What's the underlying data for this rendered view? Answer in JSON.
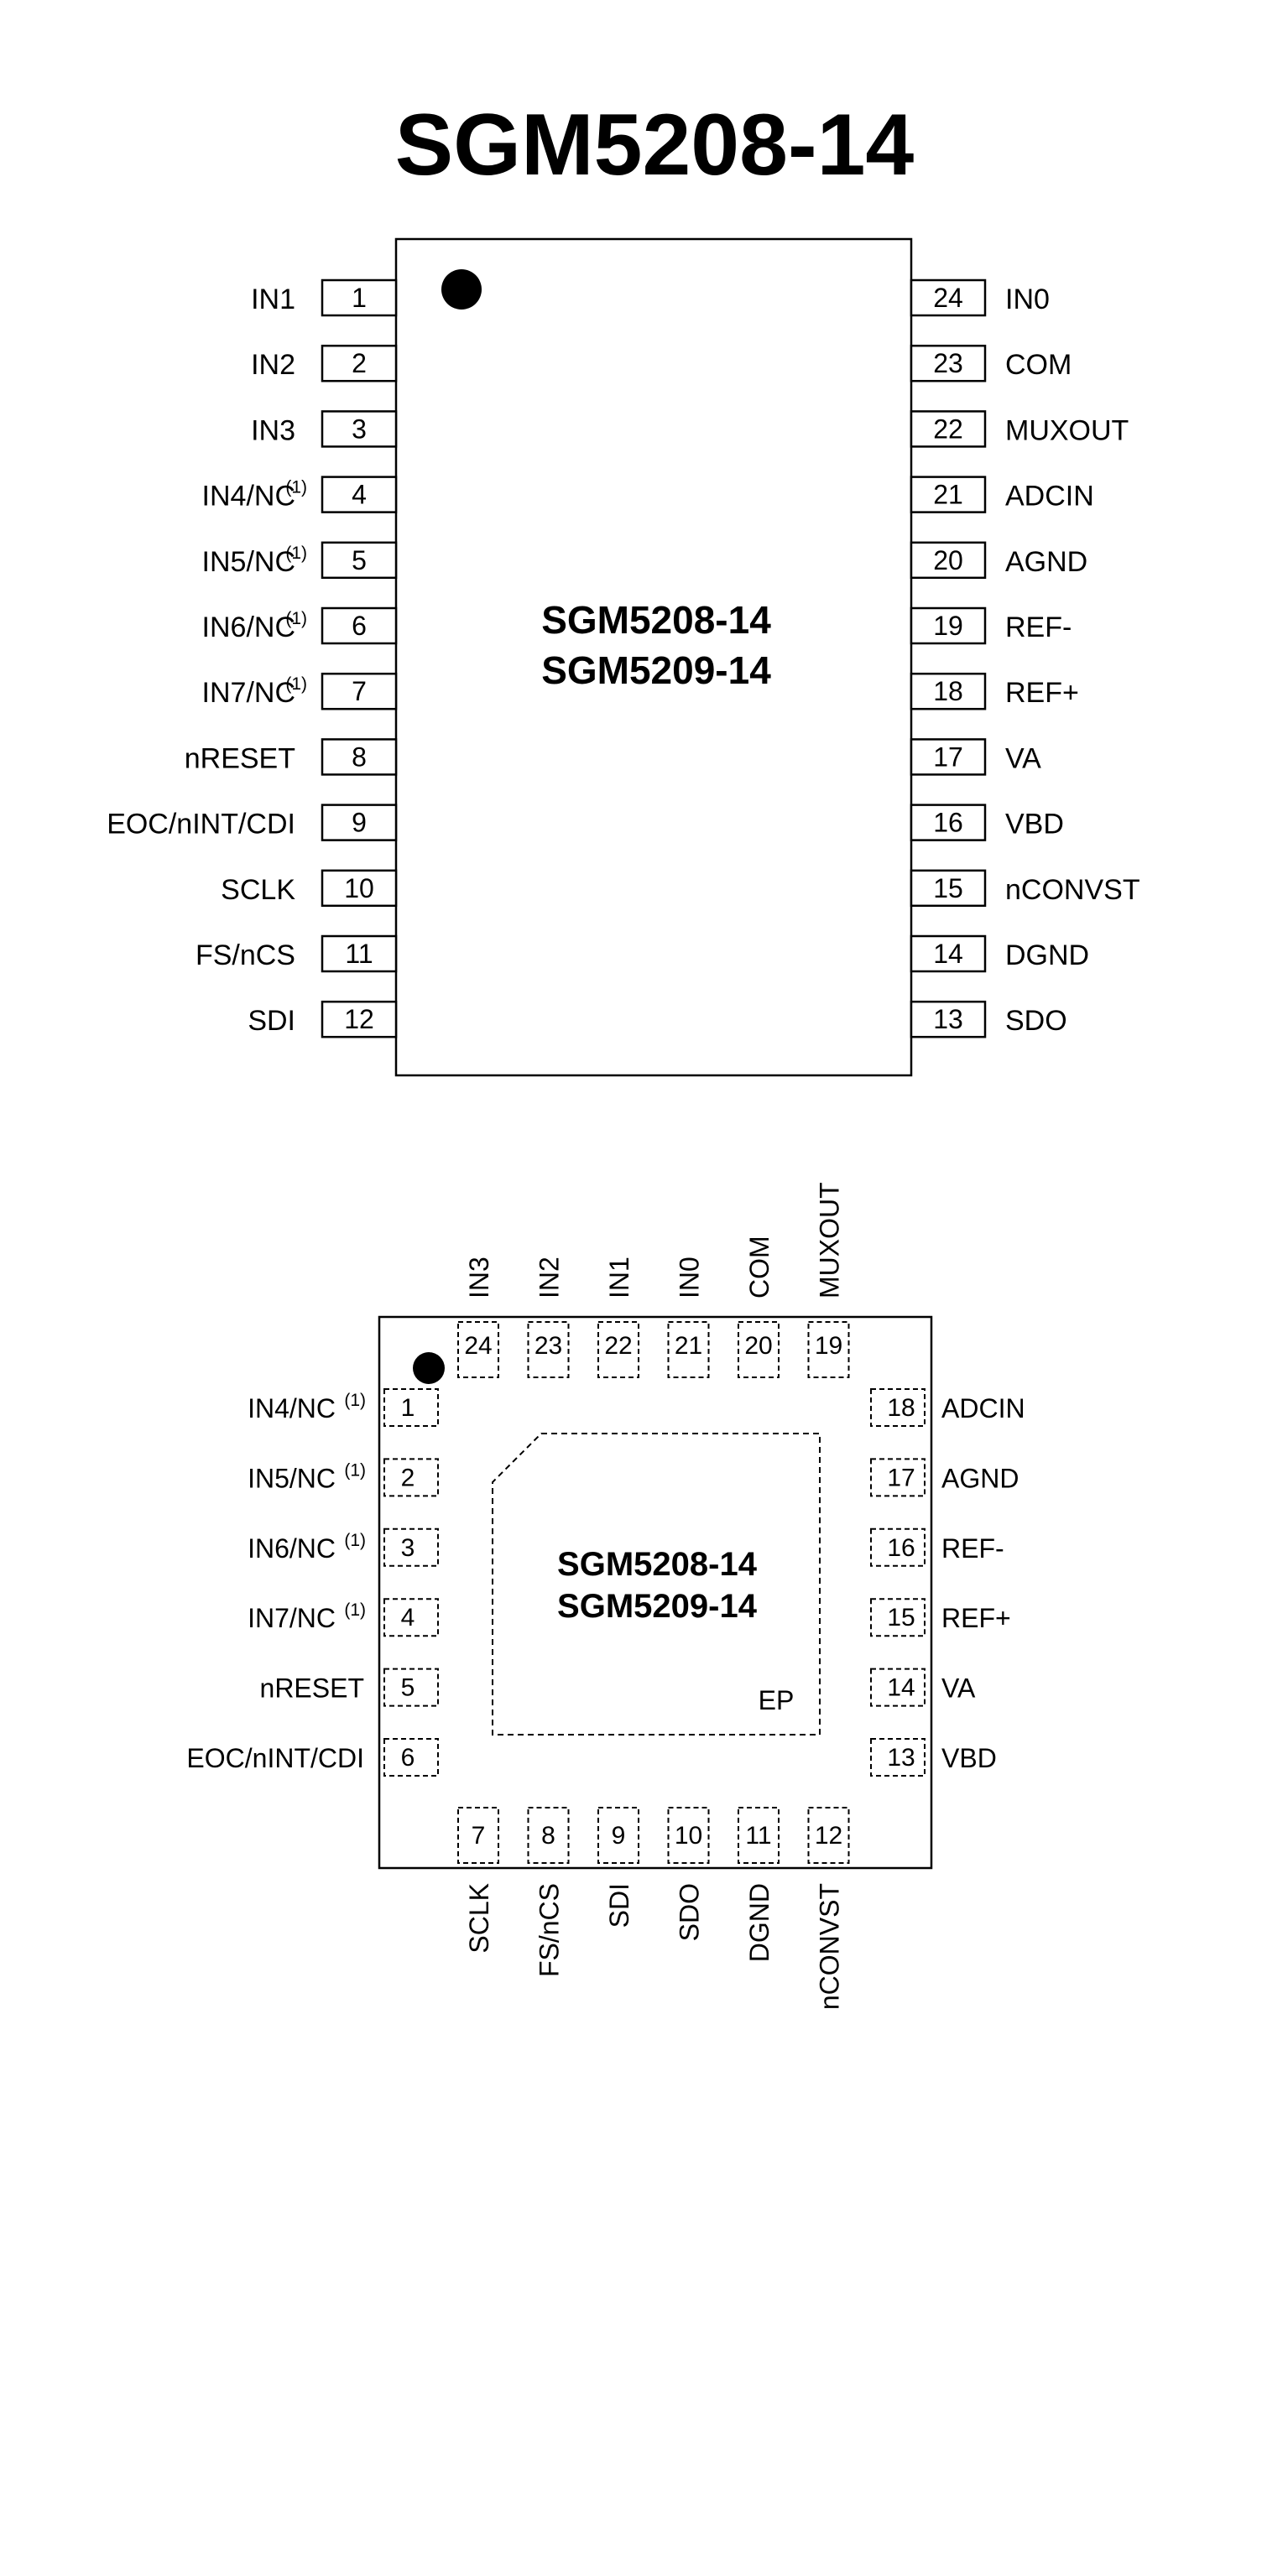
{
  "title": "SGM5208-14",
  "tssop": {
    "part_line1": "SGM5208-14",
    "part_line2": "SGM5209-14",
    "left_pins": [
      {
        "num": "1",
        "label": "IN1",
        "note": ""
      },
      {
        "num": "2",
        "label": "IN2",
        "note": ""
      },
      {
        "num": "3",
        "label": "IN3",
        "note": ""
      },
      {
        "num": "4",
        "label": "IN4/NC",
        "note": "(1)"
      },
      {
        "num": "5",
        "label": "IN5/NC",
        "note": "(1)"
      },
      {
        "num": "6",
        "label": "IN6/NC",
        "note": "(1)"
      },
      {
        "num": "7",
        "label": "IN7/NC",
        "note": "(1)"
      },
      {
        "num": "8",
        "label": "nRESET",
        "note": ""
      },
      {
        "num": "9",
        "label": "EOC/nINT/CDI",
        "note": ""
      },
      {
        "num": "10",
        "label": "SCLK",
        "note": ""
      },
      {
        "num": "11",
        "label": "FS/nCS",
        "note": ""
      },
      {
        "num": "12",
        "label": "SDI",
        "note": ""
      }
    ],
    "right_pins": [
      {
        "num": "24",
        "label": "IN0"
      },
      {
        "num": "23",
        "label": "COM"
      },
      {
        "num": "22",
        "label": "MUXOUT"
      },
      {
        "num": "21",
        "label": "ADCIN"
      },
      {
        "num": "20",
        "label": "AGND"
      },
      {
        "num": "19",
        "label": "REF-"
      },
      {
        "num": "18",
        "label": "REF+"
      },
      {
        "num": "17",
        "label": "VA"
      },
      {
        "num": "16",
        "label": "VBD"
      },
      {
        "num": "15",
        "label": "nCONVST"
      },
      {
        "num": "14",
        "label": "DGND"
      },
      {
        "num": "13",
        "label": "SDO"
      }
    ]
  },
  "qfn": {
    "part_line1": "SGM5208-14",
    "part_line2": "SGM5209-14",
    "ep_label": "EP",
    "left_pins": [
      {
        "num": "1",
        "label": "IN4/NC",
        "note": "(1)"
      },
      {
        "num": "2",
        "label": "IN5/NC",
        "note": "(1)"
      },
      {
        "num": "3",
        "label": "IN6/NC",
        "note": "(1)"
      },
      {
        "num": "4",
        "label": "IN7/NC",
        "note": "(1)"
      },
      {
        "num": "5",
        "label": "nRESET",
        "note": ""
      },
      {
        "num": "6",
        "label": "EOC/nINT/CDI",
        "note": ""
      }
    ],
    "right_pins": [
      {
        "num": "18",
        "label": "ADCIN"
      },
      {
        "num": "17",
        "label": "AGND"
      },
      {
        "num": "16",
        "label": "REF-"
      },
      {
        "num": "15",
        "label": "REF+"
      },
      {
        "num": "14",
        "label": "VA"
      },
      {
        "num": "13",
        "label": "VBD"
      }
    ],
    "top_pins": [
      {
        "num": "24",
        "label": "IN3"
      },
      {
        "num": "23",
        "label": "IN2"
      },
      {
        "num": "22",
        "label": "IN1"
      },
      {
        "num": "21",
        "label": "IN0"
      },
      {
        "num": "20",
        "label": "COM"
      },
      {
        "num": "19",
        "label": "MUXOUT"
      }
    ],
    "bottom_pins": [
      {
        "num": "7",
        "label": "SCLK"
      },
      {
        "num": "8",
        "label": "FS/nCS"
      },
      {
        "num": "9",
        "label": "SDI"
      },
      {
        "num": "10",
        "label": "SDO"
      },
      {
        "num": "11",
        "label": "DGND"
      },
      {
        "num": "12",
        "label": "nCONVST"
      }
    ]
  }
}
